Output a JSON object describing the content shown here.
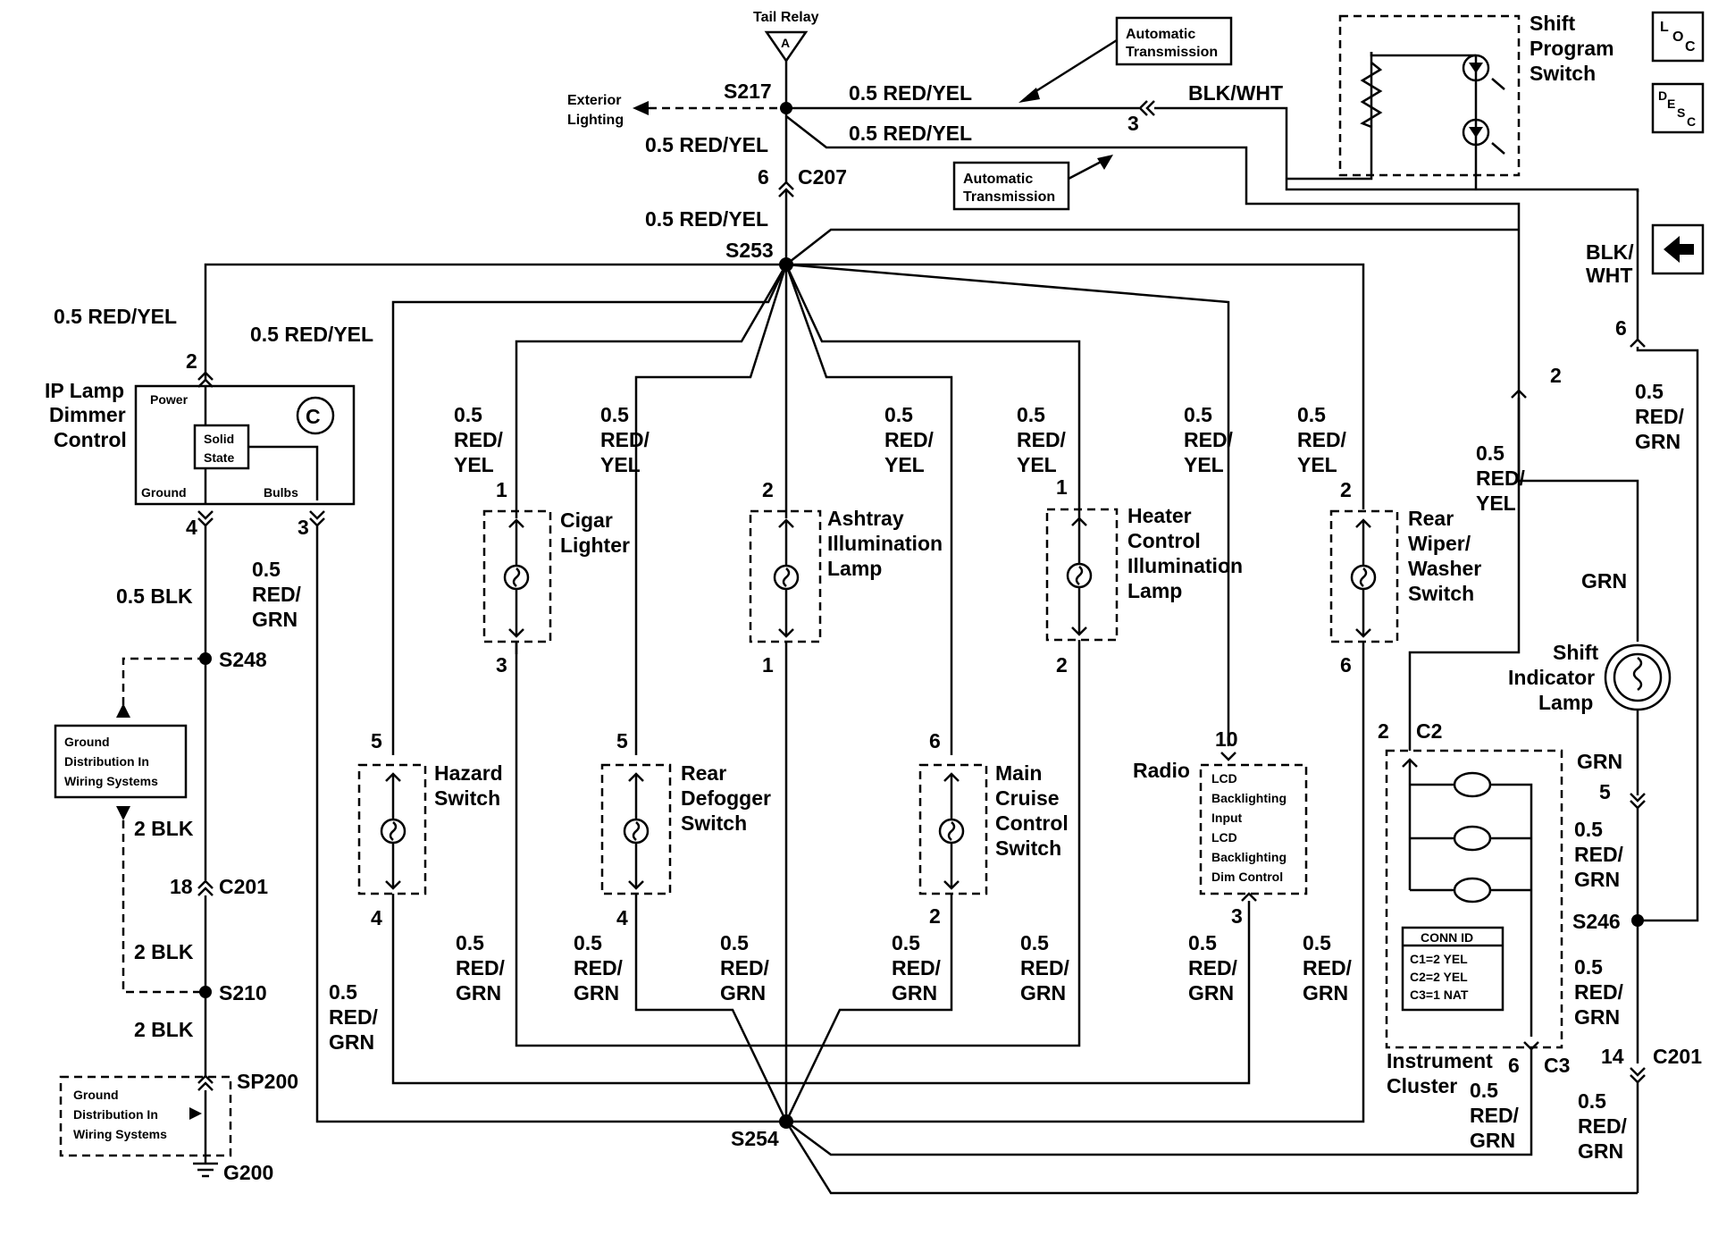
{
  "tail_relay": {
    "label": "Tail Relay",
    "letter": "A"
  },
  "exterior_lighting": {
    "line1": "Exterior",
    "line2": "Lighting"
  },
  "splices": {
    "s217": "S217",
    "s253": "S253",
    "s254": "S254",
    "s248": "S248",
    "s210": "S210",
    "s246": "S246",
    "sp200": "SP200",
    "g200": "G200"
  },
  "connectors": {
    "c207": "C207",
    "c201": "C201",
    "c201_right": "C201",
    "c2": "C2",
    "c3": "C3"
  },
  "wire_labels": {
    "red_yel": "0.5 RED/YEL",
    "blk_wht": "BLK/WHT",
    "blk_wht_vertical": [
      "BLK/",
      "WHT"
    ],
    "blk_05": "0.5 BLK",
    "blk_2": "2 BLK",
    "grn": "GRN",
    "gauge": "0.5",
    "red": "RED/",
    "yel": "YEL",
    "grn_tail": "GRN"
  },
  "auto_trans": {
    "line1": "Automatic",
    "line2": "Transmission"
  },
  "shift_program": {
    "line1": "Shift",
    "line2": "Program",
    "line3": "Switch"
  },
  "loc_icon": {
    "a": "L",
    "b": "O",
    "c": "C"
  },
  "desc_icon": {
    "a": "D",
    "b": "E",
    "c": "S",
    "d": "C"
  },
  "ip_dimmer": {
    "title": [
      "IP Lamp",
      "Dimmer",
      "Control"
    ],
    "power": "Power",
    "solid": "Solid",
    "state": "State",
    "ground": "Ground",
    "bulbs": "Bulbs"
  },
  "ground_dist": {
    "line1": "Ground",
    "line2": "Distribution In",
    "line3": "Wiring Systems"
  },
  "components": {
    "cigar": [
      "Cigar",
      "Lighter"
    ],
    "ashtray": [
      "Ashtray",
      "Illumination",
      "Lamp"
    ],
    "heater": [
      "Heater",
      "Control",
      "Illumination",
      "Lamp"
    ],
    "rear_wiper": [
      "Rear",
      "Wiper/",
      "Washer",
      "Switch"
    ],
    "hazard": [
      "Hazard",
      "Switch"
    ],
    "rear_defog": [
      "Rear",
      "Defogger",
      "Switch"
    ],
    "cruise": [
      "Main",
      "Cruise",
      "Control",
      "Switch"
    ],
    "radio": "Radio",
    "radio_box": [
      "LCD",
      "Backlighting",
      "Input",
      "LCD",
      "Backlighting",
      "Dim Control"
    ],
    "shift_indicator": [
      "Shift",
      "Indicator",
      "Lamp"
    ],
    "instrument_cluster": [
      "Instrument",
      "Cluster"
    ]
  },
  "conn_id": {
    "title": "CONN ID",
    "rows": [
      "C1=2 YEL",
      "C2=2 YEL",
      "C3=1 NAT"
    ]
  },
  "pins": {
    "p2": "2",
    "p3": "3",
    "p4": "4",
    "p5": "5",
    "p6": "6",
    "p1": "1",
    "p10": "10",
    "p14": "14",
    "p18": "18"
  }
}
